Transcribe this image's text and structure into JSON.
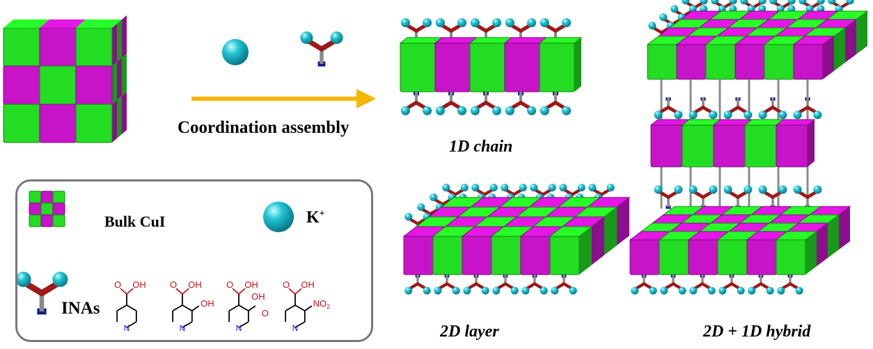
{
  "title_arrow": "Coordination assembly",
  "structures": {
    "chain": "1D chain",
    "layer": "2D layer",
    "hybrid": "2D + 1D hybrid"
  },
  "legend": {
    "bulk": "Bulk CuI",
    "ion": "K",
    "ion_charge": "+",
    "ligands": "INAs",
    "atoms": {
      "O": "O",
      "OH": "OH",
      "N": "N",
      "NO2": "NO",
      "sub2": "2"
    }
  },
  "colors": {
    "green": "#22dd22",
    "magenta": "#c814c8",
    "cyan": "#20c4d4",
    "linker": "#9c1a1a",
    "stick": "#8a8a8a",
    "blue": "#101a8c",
    "arrow": "#f7b500",
    "atomRed": "#d01010",
    "atomBlue": "#1020e0"
  }
}
